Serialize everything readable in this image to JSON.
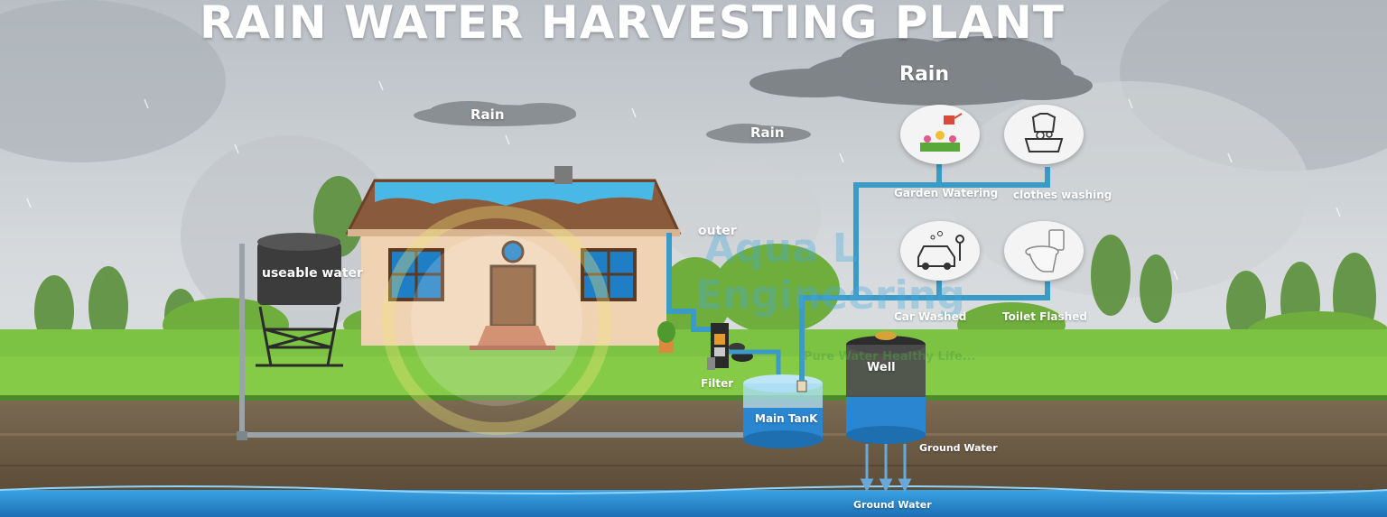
{
  "title": "RAIN WATER HARVESTING PLANT",
  "clouds": {
    "left": "Rain",
    "middle": "Rain",
    "right": "Rain"
  },
  "labels": {
    "useable_water": "useable water",
    "outer": "outer",
    "filter": "Filter",
    "main_tank": "Main TanK",
    "well": "Well",
    "ground_water_right": "Ground Water",
    "ground_water_bottom": "Ground Water"
  },
  "uses": [
    {
      "label": "Garden Watering",
      "icon": "garden-icon"
    },
    {
      "label": "clothes washing",
      "icon": "laundry-icon"
    },
    {
      "label": "Car Washed",
      "icon": "car-wash-icon"
    },
    {
      "label": "Toilet Flashed",
      "icon": "toilet-icon"
    }
  ],
  "watermark": {
    "line1": "Aqua L",
    "line2": "Engineering",
    "tagline": "Pure Water Healthy Life..."
  },
  "colors": {
    "sky": "#c9ced3",
    "grass": "#7cc243",
    "soil": "#6b5a44",
    "water": "#2f8fd6",
    "pipe": "#3a9bc7",
    "tank_dark": "#3c3c3c"
  }
}
